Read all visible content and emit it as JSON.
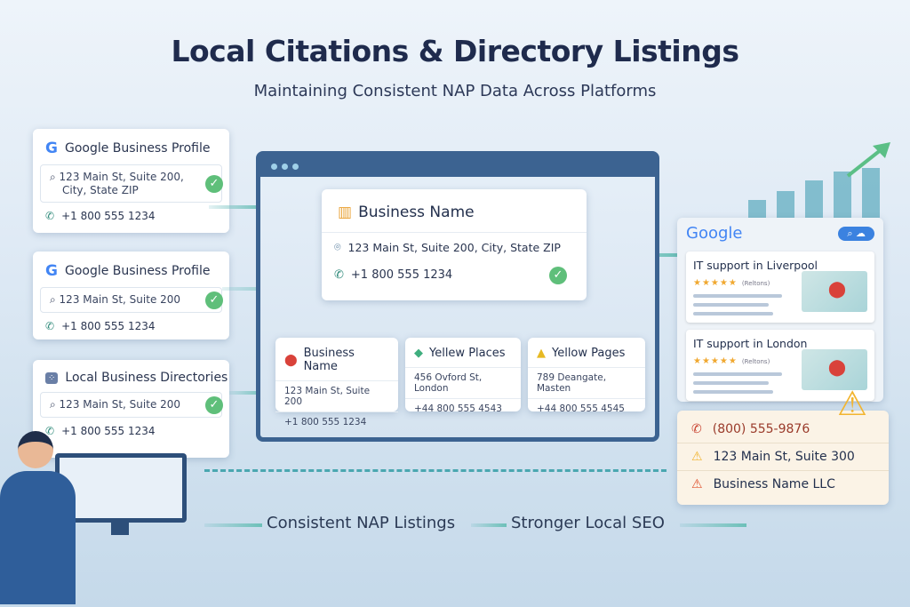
{
  "header": {
    "title": "Local Citations & Directory Listings",
    "subtitle": "Maintaining Consistent NAP Data Across Platforms"
  },
  "left_cards": [
    {
      "icon": "google-g-icon",
      "title": "Google Business Profile",
      "address_line1": "123 Main St, Suite 200,",
      "address_line2": "City, State ZIP",
      "phone": "+1 800 555 1234"
    },
    {
      "icon": "google-g-icon",
      "title": "Google Business Profile",
      "address_line1": "123 Main St, Suite 200",
      "phone": "+1 800 555 1234"
    },
    {
      "icon": "directory-grid-icon",
      "title": "Local Business Directories",
      "address_line1": "123 Main St, Suite 200",
      "phone": "+1 800 555 1234"
    }
  ],
  "browser": {
    "main_card": {
      "title": "Business Name",
      "address": "123 Main St, Suite 200, City, State ZIP",
      "phone": "+1 800 555 1234"
    },
    "listings": [
      {
        "title": "Business Name",
        "address": "123 Main St, Suite 200",
        "phone": "+1 800 555 1234"
      },
      {
        "title": "Yellew Places",
        "address": "456 Ovford St, London",
        "phone": "+44 800 555 4543"
      },
      {
        "title": "Yellow Pages",
        "address": "789 Deangate, Masten",
        "phone": "+44 800 555 4545"
      }
    ]
  },
  "google_panel": {
    "logo": "Google",
    "results": [
      {
        "title": "IT support in Liverpool",
        "stars": 5,
        "reviews": "(Reltons)"
      },
      {
        "title": "IT support in London",
        "stars": 5,
        "reviews": "(Reltons)"
      }
    ]
  },
  "inconsistent": {
    "phone": "(800) 555-9876",
    "address": "123 Main St, Suite 300",
    "name": "Business Name LLC"
  },
  "footer": {
    "step1": "Consistent NAP Listings",
    "step2": "Stronger Local SEO"
  },
  "colors": {
    "accent": "#3c6391",
    "check": "#5fbf7a",
    "warning": "#f2b531",
    "error": "#e0532f"
  }
}
